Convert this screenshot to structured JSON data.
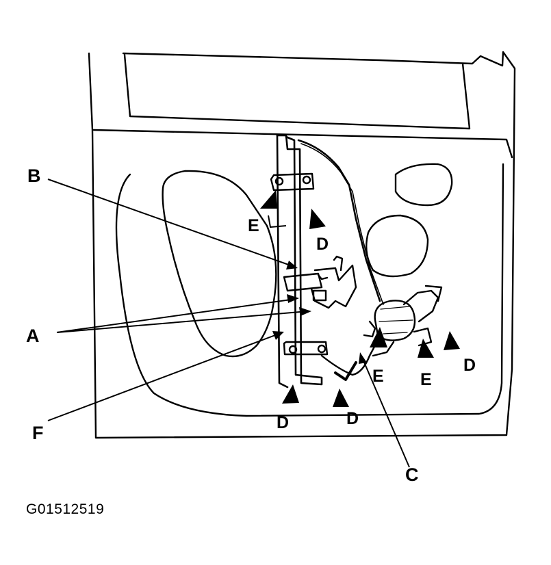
{
  "labels": {
    "A": "A",
    "B": "B",
    "C": "C",
    "F": "F",
    "D": "D",
    "E": "E"
  },
  "figure_id": "G01512519",
  "colors": {
    "ink": "#000000",
    "paper": "#ffffff"
  }
}
